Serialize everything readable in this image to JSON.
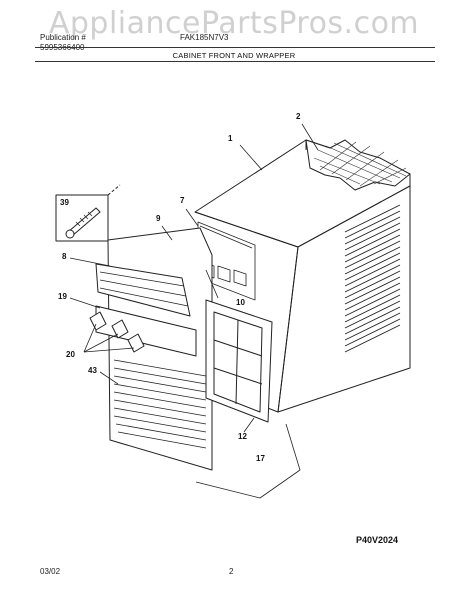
{
  "header": {
    "watermark": "AppliancePartsPros.com",
    "publication_label": "Publication #",
    "publication_no": "5995366400",
    "model": "FAK185N7V3",
    "section_title": "CABINET FRONT AND WRAPPER"
  },
  "callouts": [
    "1",
    "2",
    "7",
    "9",
    "39",
    "8",
    "10",
    "19",
    "20",
    "43",
    "12",
    "17"
  ],
  "figure_code": "P40V2024",
  "footer": {
    "date": "03/02",
    "page": "2"
  },
  "colors": {
    "line": "#222222",
    "watermark": "#9a9a9a"
  }
}
